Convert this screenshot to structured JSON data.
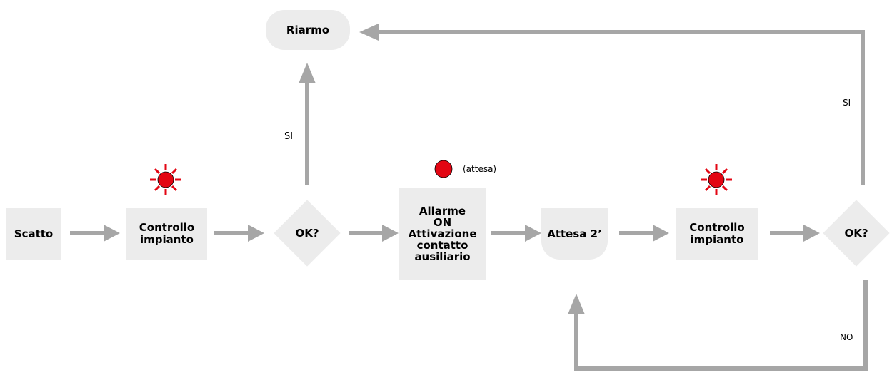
{
  "nodes": {
    "scatto": "Scatto",
    "controllo1": [
      "Controllo",
      "impianto"
    ],
    "ok1": "OK?",
    "riarmo": "Riarmo",
    "allarme": [
      "Allarme",
      "ON",
      "Attivazione",
      "contatto",
      "ausiliario"
    ],
    "attesa": "Attesa 2’",
    "controllo2": [
      "Controllo",
      "impianto"
    ],
    "ok2": "OK?"
  },
  "edges": {
    "si_left": "SI",
    "si_right": "SI",
    "no": "NO"
  },
  "indicators": {
    "waiting_note": "(attesa)"
  },
  "colors": {
    "box": "#ececec",
    "arrow": "#a6a6a6",
    "led": "#e30613"
  }
}
